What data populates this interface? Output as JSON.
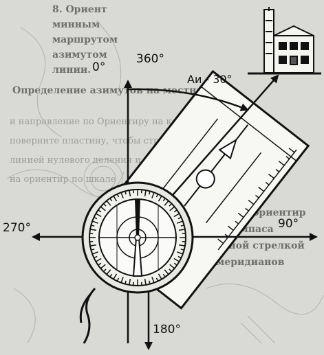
{
  "background_text": {
    "corner_block": [
      "8. Ориент",
      "минным",
      "маршрутом",
      "азимутом",
      "линии."
    ],
    "heading_line": "Определение азимутов на местности",
    "faint_lines": [
      "и направление по Ориентиру на кольце компаса",
      "поверните пластину, чтобы стрелка совпала с",
      "линией нулевого деления и определите азимут",
      "на ориентир по шкале"
    ],
    "bold_lines": [
      "4. Азимут на ориентир",
      "стрелки компаса",
      "и магнитной стрелкой",
      "линий меридианов"
    ]
  },
  "labels": {
    "zero": "0°",
    "north": "360°",
    "west": "270°",
    "east": "90°",
    "south": "180°",
    "azimuth": "Аи - 30°"
  },
  "colors": {
    "ink": "#111111",
    "paper": "#d9d9d6",
    "faint_text": "#9c9c98"
  }
}
